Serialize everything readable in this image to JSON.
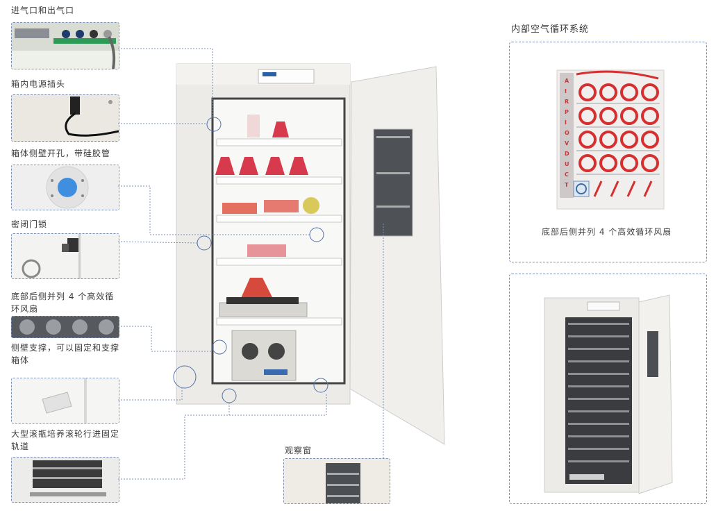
{
  "left_panels": [
    {
      "label": "进气口和出气口"
    },
    {
      "label": "箱内电源插头"
    },
    {
      "label": "箱体侧壁开孔，带硅胶管"
    },
    {
      "label": "密闭门锁"
    },
    {
      "label": "底部后侧并列 4 个高效循环风扇"
    },
    {
      "label": "侧壁支撑，可以固定和支撑箱体"
    },
    {
      "label": "大型滚瓶培养滚轮行进固定轨道"
    }
  ],
  "window_label": "观察窗",
  "airflow": {
    "title": "内部空气循环系统",
    "caption": "底部后侧并列 4 个高效循环风扇",
    "duct_letters": [
      "A",
      "I",
      "R",
      "P",
      "I",
      "O",
      "V",
      "D",
      "U",
      "C",
      "T"
    ]
  },
  "colors": {
    "accent_red": "#d62f2f",
    "dash_line": "#7a8fb8"
  }
}
